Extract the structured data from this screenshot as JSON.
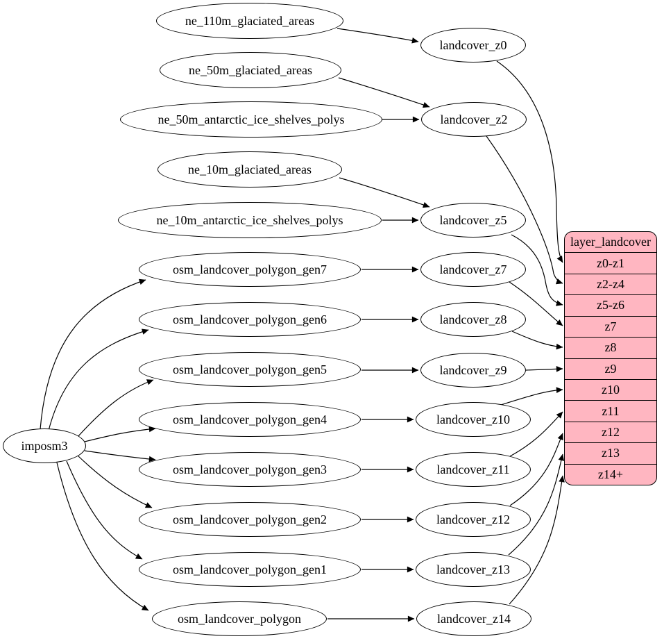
{
  "diagram": {
    "description": "Dataflow graph: imposm3 and natural-earth source tables feed landcover zoom-level views which fill the layer_landcover tile layer",
    "background": "#ffffff",
    "edge_color": "#000000",
    "ellipse_fill": "#ffffff",
    "record_fill": "#ffb6c1",
    "border_color": "#000000"
  },
  "nodes": {
    "imposm3": {
      "label": "imposm3"
    },
    "left": [
      {
        "id": "ne_110m_glaciated_areas",
        "label": "ne_110m_glaciated_areas"
      },
      {
        "id": "ne_50m_glaciated_areas",
        "label": "ne_50m_glaciated_areas"
      },
      {
        "id": "ne_50m_antarctic_ice_shelves_polys",
        "label": "ne_50m_antarctic_ice_shelves_polys"
      },
      {
        "id": "ne_10m_glaciated_areas",
        "label": "ne_10m_glaciated_areas"
      },
      {
        "id": "ne_10m_antarctic_ice_shelves_polys",
        "label": "ne_10m_antarctic_ice_shelves_polys"
      },
      {
        "id": "osm_landcover_polygon_gen7",
        "label": "osm_landcover_polygon_gen7"
      },
      {
        "id": "osm_landcover_polygon_gen6",
        "label": "osm_landcover_polygon_gen6"
      },
      {
        "id": "osm_landcover_polygon_gen5",
        "label": "osm_landcover_polygon_gen5"
      },
      {
        "id": "osm_landcover_polygon_gen4",
        "label": "osm_landcover_polygon_gen4"
      },
      {
        "id": "osm_landcover_polygon_gen3",
        "label": "osm_landcover_polygon_gen3"
      },
      {
        "id": "osm_landcover_polygon_gen2",
        "label": "osm_landcover_polygon_gen2"
      },
      {
        "id": "osm_landcover_polygon_gen1",
        "label": "osm_landcover_polygon_gen1"
      },
      {
        "id": "osm_landcover_polygon",
        "label": "osm_landcover_polygon"
      }
    ],
    "middle": [
      {
        "id": "landcover_z0",
        "label": "landcover_z0"
      },
      {
        "id": "landcover_z2",
        "label": "landcover_z2"
      },
      {
        "id": "landcover_z5",
        "label": "landcover_z5"
      },
      {
        "id": "landcover_z7",
        "label": "landcover_z7"
      },
      {
        "id": "landcover_z8",
        "label": "landcover_z8"
      },
      {
        "id": "landcover_z9",
        "label": "landcover_z9"
      },
      {
        "id": "landcover_z10",
        "label": "landcover_z10"
      },
      {
        "id": "landcover_z11",
        "label": "landcover_z11"
      },
      {
        "id": "landcover_z12",
        "label": "landcover_z12"
      },
      {
        "id": "landcover_z13",
        "label": "landcover_z13"
      },
      {
        "id": "landcover_z14",
        "label": "landcover_z14"
      }
    ]
  },
  "record": {
    "title": "layer_landcover",
    "rows": [
      "z0-z1",
      "z2-z4",
      "z5-z6",
      "z7",
      "z8",
      "z9",
      "z10",
      "z11",
      "z12",
      "z13",
      "z14+"
    ]
  },
  "edges": [
    {
      "from": "ne_110m_glaciated_areas",
      "to": "landcover_z0"
    },
    {
      "from": "ne_50m_glaciated_areas",
      "to": "landcover_z2"
    },
    {
      "from": "ne_50m_antarctic_ice_shelves_polys",
      "to": "landcover_z2"
    },
    {
      "from": "ne_10m_glaciated_areas",
      "to": "landcover_z5"
    },
    {
      "from": "ne_10m_antarctic_ice_shelves_polys",
      "to": "landcover_z5"
    },
    {
      "from": "osm_landcover_polygon_gen7",
      "to": "landcover_z7"
    },
    {
      "from": "osm_landcover_polygon_gen6",
      "to": "landcover_z8"
    },
    {
      "from": "osm_landcover_polygon_gen5",
      "to": "landcover_z9"
    },
    {
      "from": "osm_landcover_polygon_gen4",
      "to": "landcover_z10"
    },
    {
      "from": "osm_landcover_polygon_gen3",
      "to": "landcover_z11"
    },
    {
      "from": "osm_landcover_polygon_gen2",
      "to": "landcover_z12"
    },
    {
      "from": "osm_landcover_polygon_gen1",
      "to": "landcover_z13"
    },
    {
      "from": "osm_landcover_polygon",
      "to": "landcover_z14"
    },
    {
      "from": "imposm3",
      "to": "osm_landcover_polygon_gen7"
    },
    {
      "from": "imposm3",
      "to": "osm_landcover_polygon_gen6"
    },
    {
      "from": "imposm3",
      "to": "osm_landcover_polygon_gen5"
    },
    {
      "from": "imposm3",
      "to": "osm_landcover_polygon_gen4"
    },
    {
      "from": "imposm3",
      "to": "osm_landcover_polygon_gen3"
    },
    {
      "from": "imposm3",
      "to": "osm_landcover_polygon_gen2"
    },
    {
      "from": "imposm3",
      "to": "osm_landcover_polygon_gen1"
    },
    {
      "from": "imposm3",
      "to": "osm_landcover_polygon"
    },
    {
      "from": "landcover_z0",
      "to": "layer_landcover:z0-z1"
    },
    {
      "from": "landcover_z2",
      "to": "layer_landcover:z2-z4"
    },
    {
      "from": "landcover_z5",
      "to": "layer_landcover:z5-z6"
    },
    {
      "from": "landcover_z7",
      "to": "layer_landcover:z7"
    },
    {
      "from": "landcover_z8",
      "to": "layer_landcover:z8"
    },
    {
      "from": "landcover_z9",
      "to": "layer_landcover:z9"
    },
    {
      "from": "landcover_z10",
      "to": "layer_landcover:z10"
    },
    {
      "from": "landcover_z11",
      "to": "layer_landcover:z11"
    },
    {
      "from": "landcover_z12",
      "to": "layer_landcover:z12"
    },
    {
      "from": "landcover_z13",
      "to": "layer_landcover:z13"
    },
    {
      "from": "landcover_z14",
      "to": "layer_landcover:z14+"
    }
  ]
}
